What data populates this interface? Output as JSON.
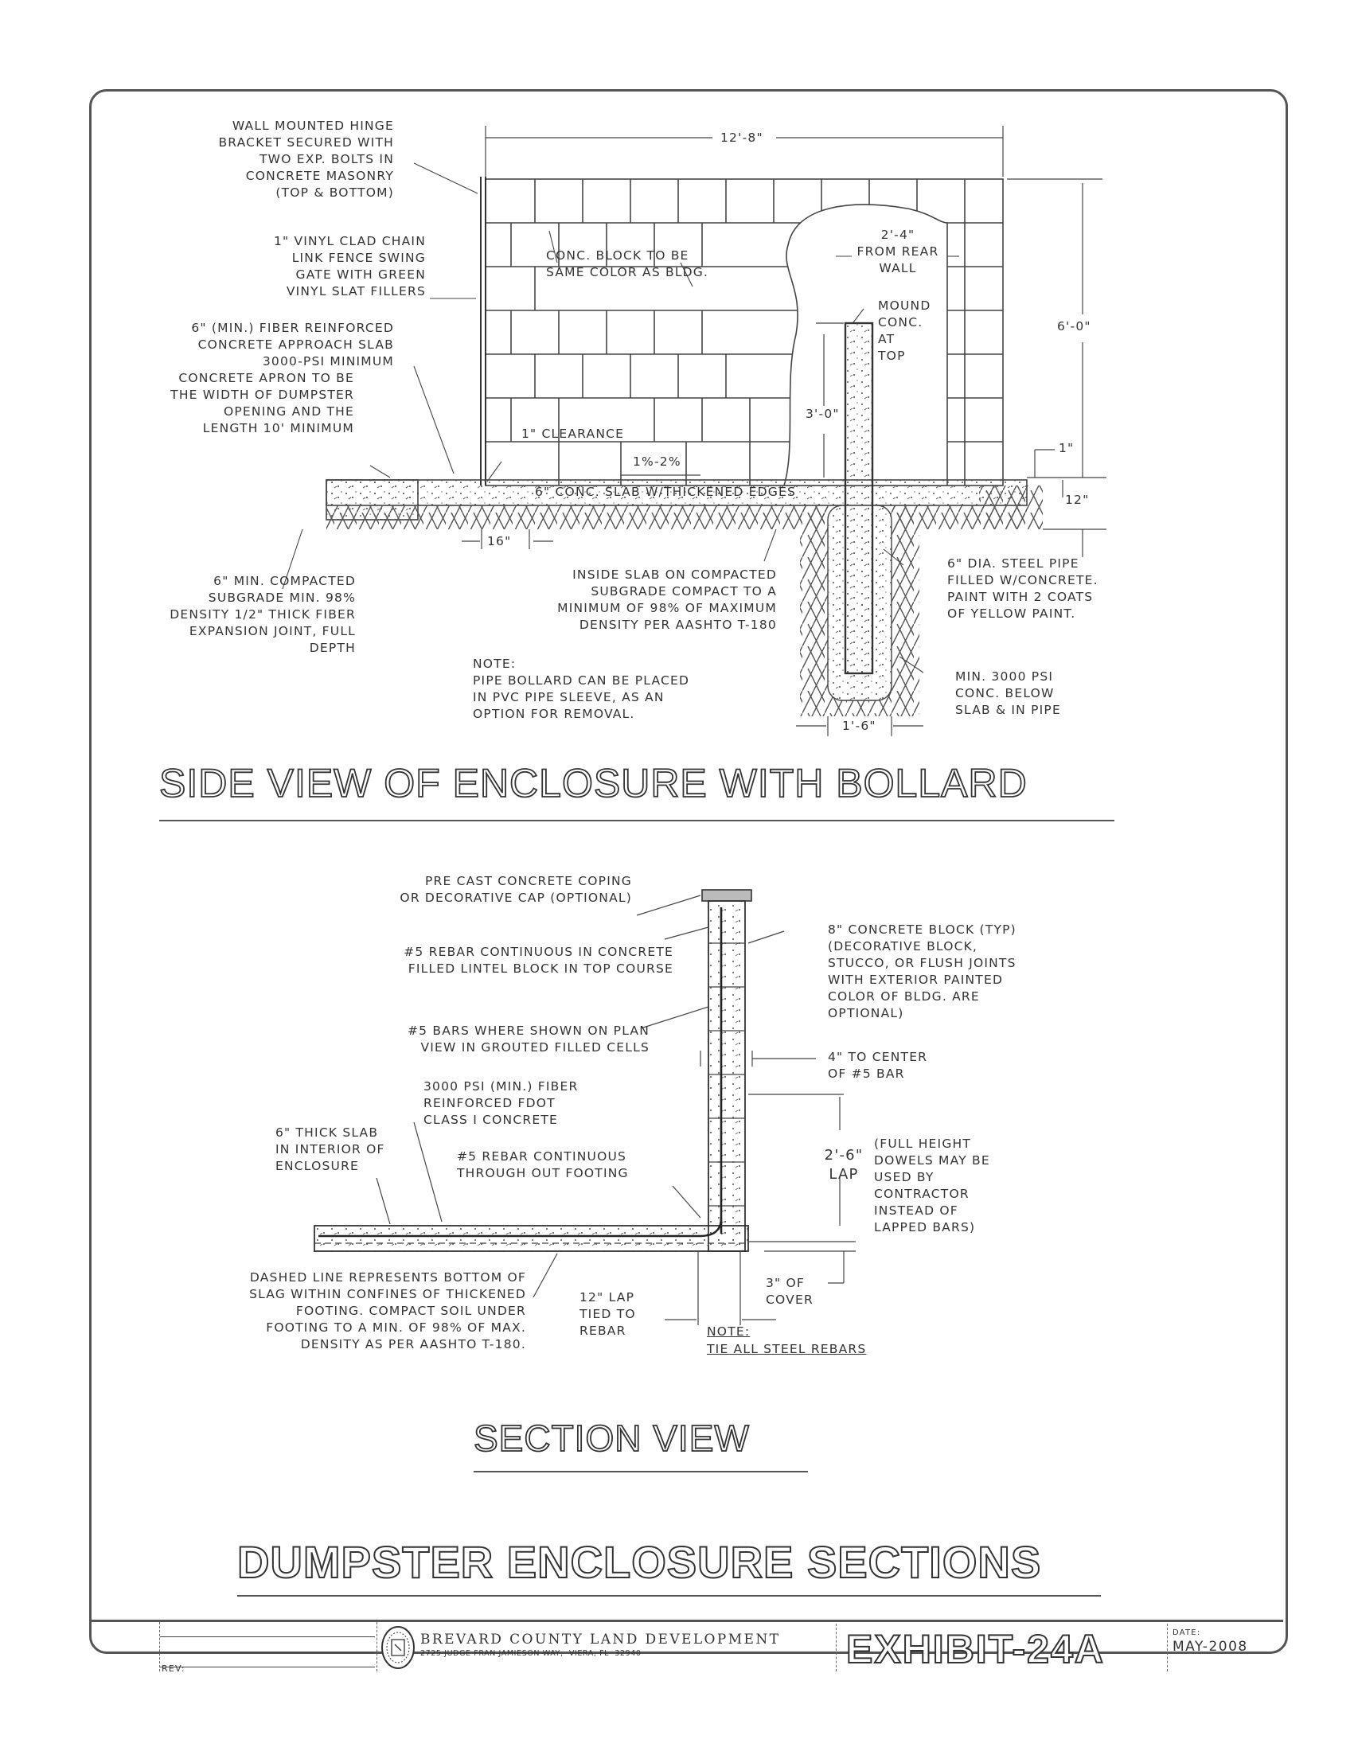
{
  "side_view": {
    "title": "SIDE VIEW OF ENCLOSURE WITH BOLLARD",
    "labels": {
      "hinge_bracket": "WALL MOUNTED HINGE\nBRACKET SECURED WITH\nTWO EXP. BOLTS IN\nCONCRETE MASONRY\n(TOP & BOTTOM)",
      "gate": "1\" VINYL CLAD CHAIN\nLINK FENCE SWING\nGATE WITH GREEN\nVINYL SLAT FILLERS",
      "approach_slab": "6\" (MIN.) FIBER REINFORCED\nCONCRETE APPROACH SLAB\n3000-PSI MINIMUM",
      "apron": "CONCRETE APRON TO BE\nTHE WIDTH OF DUMPSTER\nOPENING AND THE\nLENGTH 10' MINIMUM",
      "block_color": "CONC. BLOCK TO BE\nSAME COLOR AS BLDG.",
      "from_rear_wall": "2'-4\"\nFROM REAR\nWALL",
      "mound": "MOUND\nCONC.\nAT\nTOP",
      "clearance": "1\" CLEARANCE",
      "slope": "1%-2%",
      "slab": "6\" CONC. SLAB W/THICKENED EDGES",
      "subgrade": "6\" MIN. COMPACTED\nSUBGRADE MIN. 98%\nDENSITY 1/2\" THICK FIBER\nEXPANSION JOINT, FULL\nDEPTH",
      "inside_slab": "INSIDE SLAB ON COMPACTED\nSUBGRADE COMPACT TO A\nMINIMUM OF 98% OF MAXIMUM\nDENSITY PER AASHTO T-180",
      "steel_pipe": "6\" DIA. STEEL PIPE\nFILLED W/CONCRETE.\nPAINT WITH 2 COATS\nOF YELLOW PAINT.",
      "min_psi": "MIN. 3000 PSI\nCONC. BELOW\nSLAB & IN PIPE",
      "note": "NOTE:\nPIPE BOLLARD CAN BE PLACED\nIN PVC PIPE SLEEVE, AS AN\nOPTION FOR REMOVAL."
    },
    "dimensions": {
      "width": "12'-8\"",
      "height": "6'-0\"",
      "bollard_height": "3'-0\"",
      "one_inch": "1\"",
      "twelve_inch": "12\"",
      "sixteen_inch": "16\"",
      "footing_width": "1'-6\""
    }
  },
  "section_view": {
    "title": "SECTION VIEW",
    "labels": {
      "coping": "PRE CAST CONCRETE COPING\nOR DECORATIVE CAP (OPTIONAL)",
      "rebar_lintel": "#5 REBAR CONTINUOUS IN CONCRETE\nFILLED LINTEL BLOCK IN TOP COURSE",
      "bars_plan": "#5 BARS WHERE SHOWN ON PLAN\nVIEW IN GROUTED FILLED CELLS",
      "concrete_block": "8\" CONCRETE BLOCK (TYP)\n(DECORATIVE BLOCK,\nSTUCCO, OR FLUSH JOINTS\nWITH EXTERIOR PAINTED\nCOLOR OF BLDG. ARE\nOPTIONAL)",
      "to_center": "4\" TO CENTER\nOF #5 BAR",
      "fiber_concrete": "3000 PSI (MIN.) FIBER\nREINFORCED FDOT\nCLASS I CONCRETE",
      "thick_slab": "6\" THICK SLAB\nIN INTERIOR OF\nENCLOSURE",
      "rebar_footing": "#5 REBAR CONTINUOUS\nTHROUGH OUT FOOTING",
      "dowels": "(FULL HEIGHT\nDOWELS MAY BE\nUSED BY\nCONTRACTOR\nINSTEAD OF\nLAPPED BARS)",
      "lap": "2'-6\"\nLAP",
      "dashed_line": "DASHED LINE REPRESENTS BOTTOM OF\nSLAG WITHIN CONFINES OF THICKENED\nFOOTING. COMPACT SOIL UNDER\nFOOTING TO A MIN. OF 98% OF MAX.\nDENSITY AS PER AASHTO T-180.",
      "lap_tied": "12\" LAP\nTIED TO\nREBAR",
      "cover": "3\" OF\nCOVER",
      "note_title": "NOTE:",
      "note_text": "TIE ALL STEEL REBARS"
    }
  },
  "sheet_title": "DUMPSTER ENCLOSURE SECTIONS",
  "title_block": {
    "rev_label": "REV:",
    "organization": "BREVARD COUNTY LAND DEVELOPMENT",
    "address": "2725 JUDGE FRAN JAMIESON WAY,  VIERA, FL  32940",
    "exhibit": "EXHIBIT-24A",
    "date_label": "DATE:",
    "date": "MAY-2008",
    "seal_icon": "county-seal-icon"
  }
}
